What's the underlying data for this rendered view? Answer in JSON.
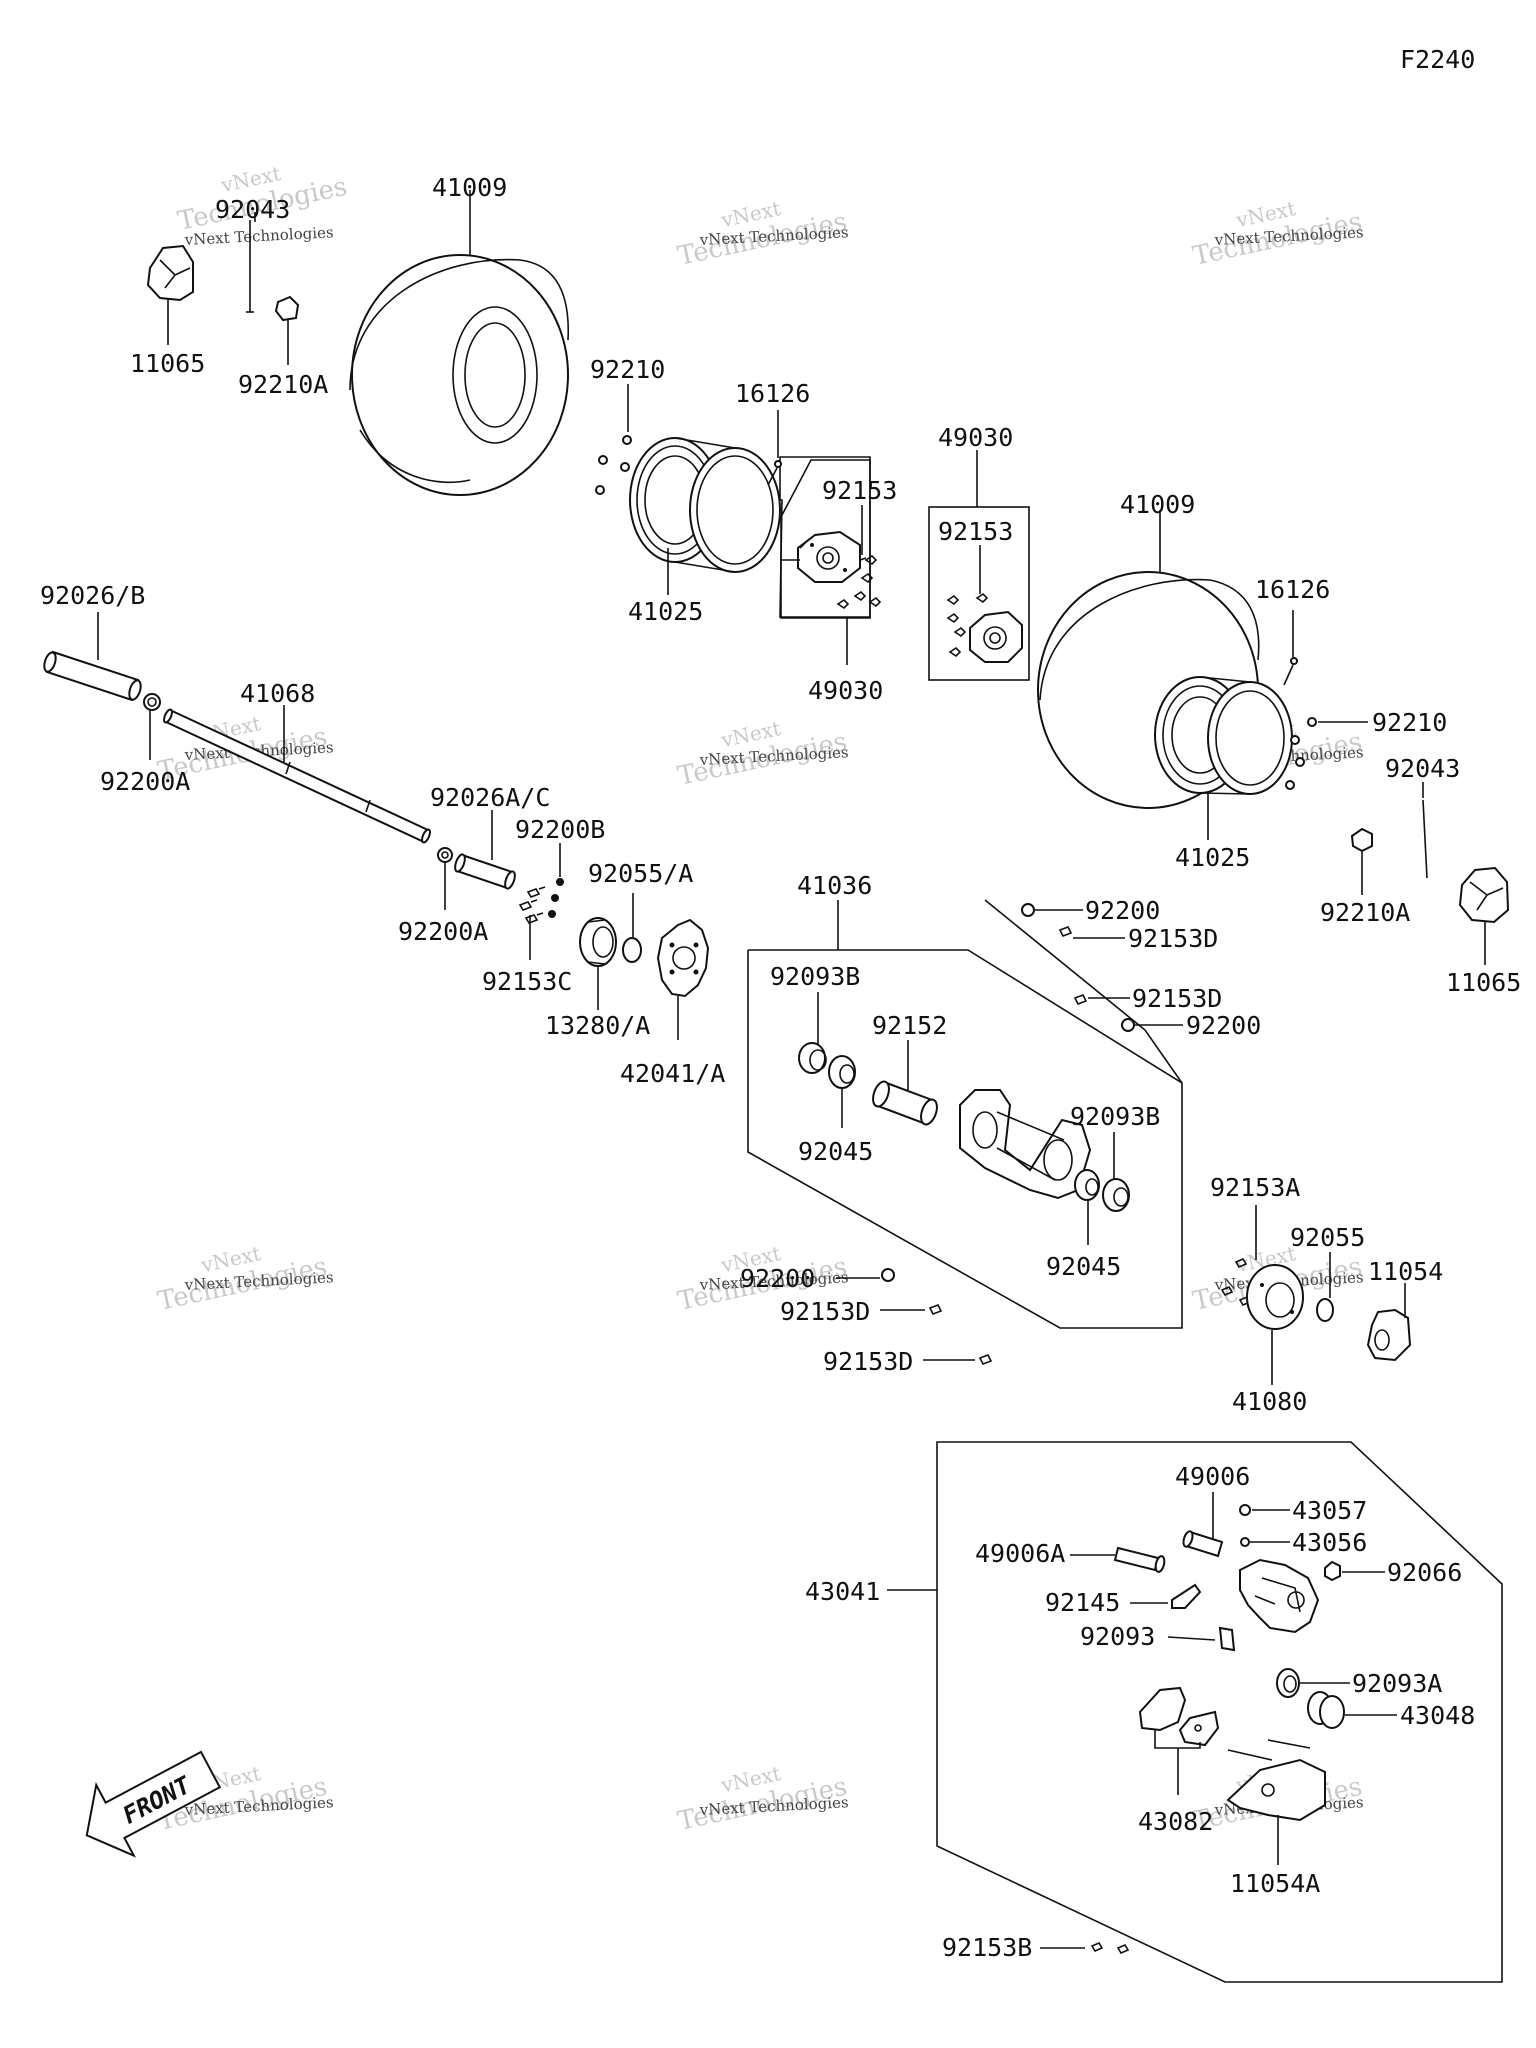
{
  "figure_code": "F2240",
  "watermark": {
    "line1": "vNext Technologies",
    "line2": "vNext",
    "line3": "Technologies"
  },
  "front_label": "FRONT",
  "labels": {
    "p41009_left": "41009",
    "p92043_left": "92043",
    "p11065_left": "11065",
    "p92210A_left": "92210A",
    "p92210_left": "92210",
    "p16126_left": "16126",
    "p41025_left": "41025",
    "p92153_mid": "92153",
    "p49030_mid": "49030",
    "p49030_right": "49030",
    "p92153_right": "92153",
    "p41009_right": "41009",
    "p16126_right": "16126",
    "p92210_right": "92210",
    "p92043_right": "92043",
    "p41025_right": "41025",
    "p92210A_right": "92210A",
    "p11065_right": "11065",
    "p92026B": "92026/B",
    "p92200A_1": "92200A",
    "p41068": "41068",
    "p92026AC": "92026A/C",
    "p92200B": "92200B",
    "p92055A": "92055/A",
    "p92200A_2": "92200A",
    "p92153C": "92153C",
    "p13280A": "13280/A",
    "p42041A": "42041/A",
    "p41036": "41036",
    "p92093B_1": "92093B",
    "p92152": "92152",
    "p92045_1": "92045",
    "p92200_1": "92200",
    "p92153D_1": "92153D",
    "p92153D_2": "92153D",
    "p92200_2": "92200",
    "p92093B_2": "92093B",
    "p92045_2": "92045",
    "p92200_3": "92200",
    "p92153D_3": "92153D",
    "p92153D_4": "92153D",
    "p92153A": "92153A",
    "p92055": "92055",
    "p11054": "11054",
    "p41080": "41080",
    "p49006": "49006",
    "p43057": "43057",
    "p43056": "43056",
    "p49006A": "49006A",
    "p92066": "92066",
    "p92145": "92145",
    "p43041": "43041",
    "p92093": "92093",
    "p92093A": "92093A",
    "p43048": "43048",
    "p43082": "43082",
    "p11054A": "11054A",
    "p92153B": "92153B"
  }
}
